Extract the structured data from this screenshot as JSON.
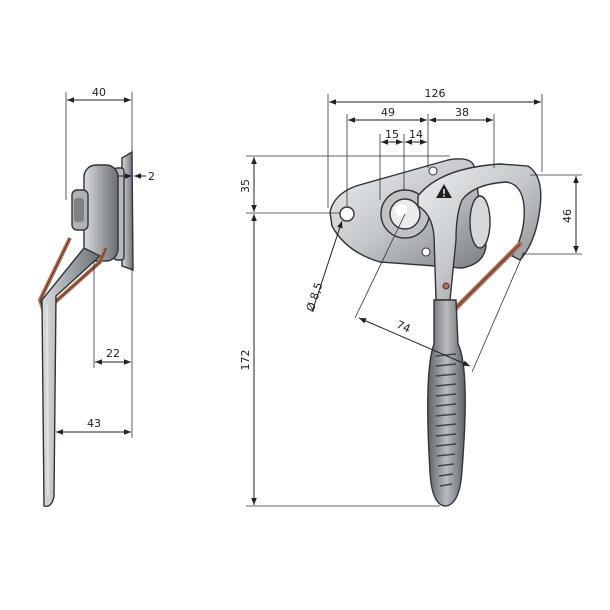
{
  "dimensions": {
    "side_width": "40",
    "side_thickness": "2",
    "side_lower_offset": "22",
    "side_handle_offset": "43",
    "front_total_width": "126",
    "front_span_a": "49",
    "front_span_b": "38",
    "front_span_c": "15",
    "front_span_d": "14",
    "front_height_top": "35",
    "front_hook_height": "46",
    "front_total_height": "172",
    "front_hole_diameter": "Ø 8,5",
    "front_lever_length": "74"
  },
  "colors": {
    "metal_dark": "#6f7378",
    "metal_mid": "#a7abb0",
    "metal_light": "#e6e8ea",
    "rod": "#b07057",
    "line": "#222222"
  },
  "icons": {
    "warning": "warning-triangle-icon"
  }
}
